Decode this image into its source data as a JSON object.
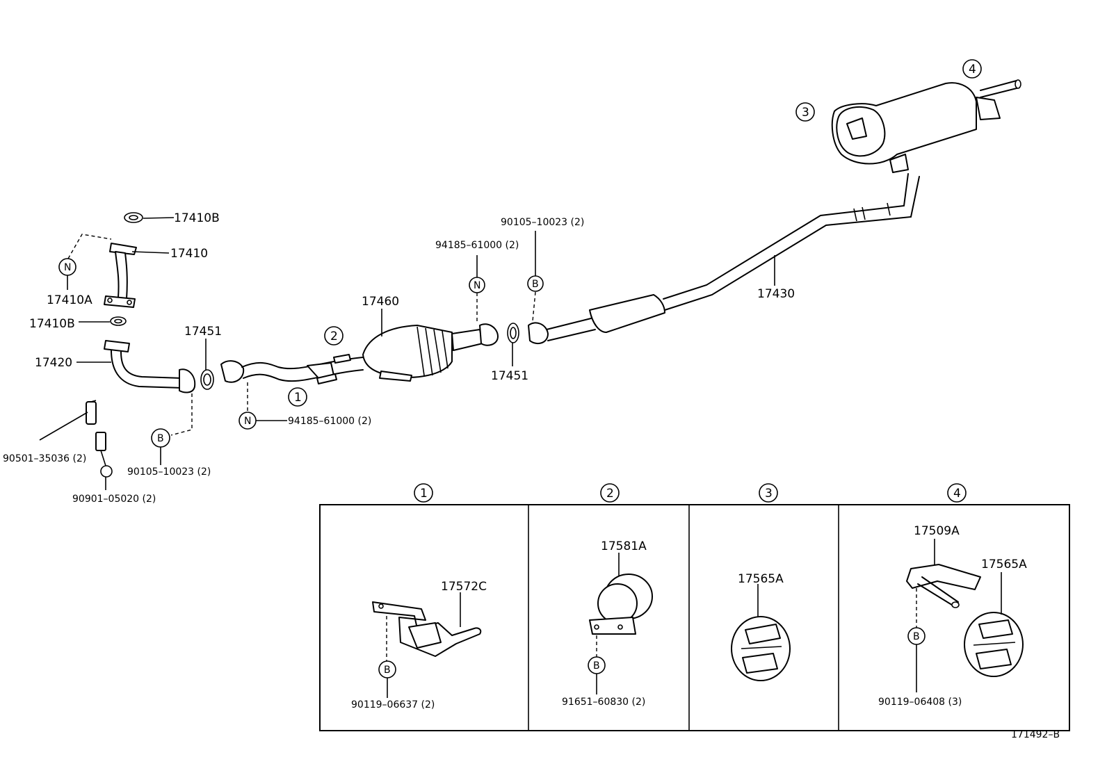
{
  "diagram": {
    "reference_code": "171492–B",
    "callout_symbols": {
      "n": "N",
      "b": "B",
      "one": "1",
      "two": "2",
      "three": "3",
      "four": "4"
    },
    "parts": {
      "p17410B_top": "17410B",
      "p17410": "17410",
      "p17410A": "17410A",
      "p17410B_bottom": "17410B",
      "p17420": "17420",
      "p17451_left": "17451",
      "p90501": "90501–35036 (2)",
      "p90901": "90901–05020 (2)",
      "p90105_left": "90105–10023 (2)",
      "p94185_left": "94185–61000 (2)",
      "p17460": "17460",
      "p94185_right": "94185–61000 (2)",
      "p90105_right": "90105–10023 (2)",
      "p17451_right": "17451",
      "p17430": "17430"
    },
    "detail_panels": [
      {
        "number": "1",
        "labels": {
          "a": "17572C",
          "b": "90119–06637 (2)"
        }
      },
      {
        "number": "2",
        "labels": {
          "a": "17581A",
          "b": "91651–60830 (2)"
        }
      },
      {
        "number": "3",
        "labels": {
          "a": "17565A"
        }
      },
      {
        "number": "4",
        "labels": {
          "a": "17509A",
          "b": "17565A",
          "c": "90119–06408 (3)"
        }
      }
    ]
  }
}
